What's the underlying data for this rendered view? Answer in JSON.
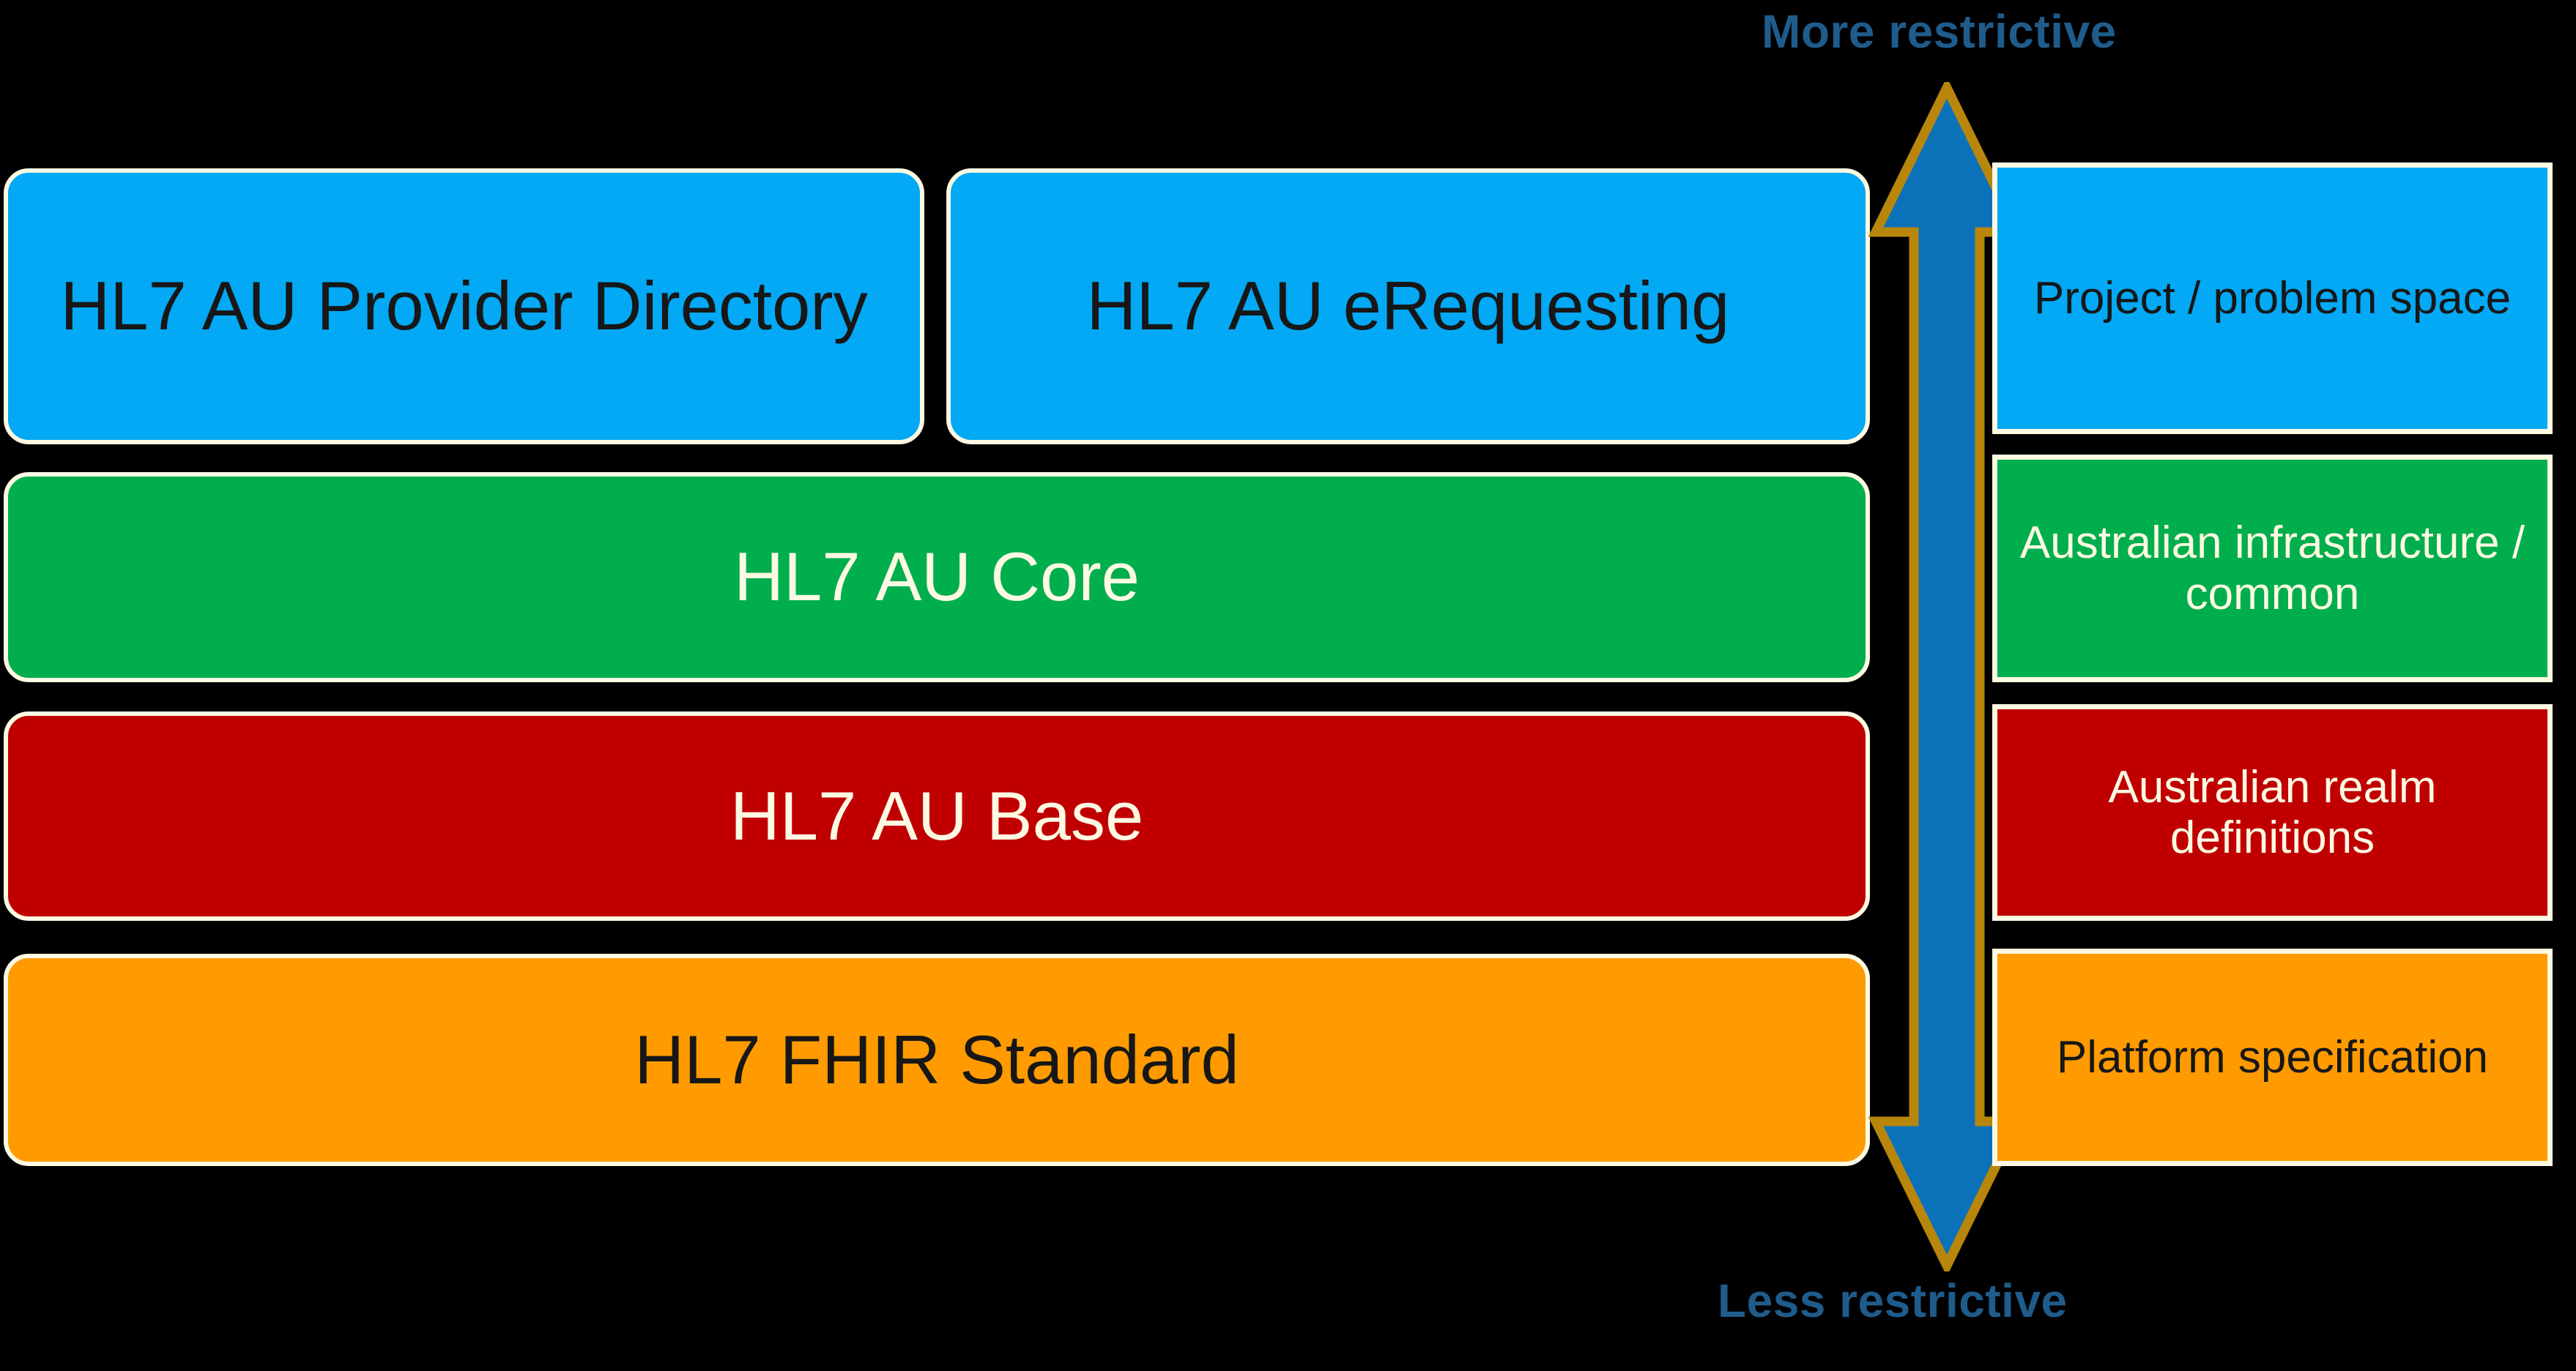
{
  "background_color": "#000000",
  "stack": {
    "rows": [
      {
        "name": "project-layer",
        "color": "#03A9F4",
        "text_color": "#171717",
        "boxes": [
          {
            "label": "HL7 AU Provider Directory"
          },
          {
            "label": "HL7 AU eRequesting"
          }
        ]
      },
      {
        "name": "core-layer",
        "color": "#00AE4D",
        "text_color": "#FDF9E3",
        "boxes": [
          {
            "label": "HL7 AU Core"
          }
        ]
      },
      {
        "name": "base-layer",
        "color": "#C00000",
        "text_color": "#FDF9E3",
        "boxes": [
          {
            "label": "HL7 AU Base"
          }
        ]
      },
      {
        "name": "platform-layer",
        "color": "#FF9B00",
        "text_color": "#171717",
        "boxes": [
          {
            "label": "HL7 FHIR Standard"
          }
        ]
      }
    ]
  },
  "legend": {
    "items": [
      {
        "label": "Project / problem space",
        "color": "#03A9F4",
        "text_color": "#171717"
      },
      {
        "label": "Australian infrastructure / common",
        "color": "#00AE4D",
        "text_color": "#FDF9E3"
      },
      {
        "label": "Australian realm definitions",
        "color": "#C00000",
        "text_color": "#FDF9E3"
      },
      {
        "label": "Platform specification",
        "color": "#FF9B00",
        "text_color": "#171717"
      }
    ]
  },
  "axis": {
    "top_label": "More restrictive",
    "bottom_label": "Less restrictive",
    "label_color": "#1F5C8B",
    "arrow_fill": "#0B72B9",
    "arrow_stroke": "#B8860B",
    "icon": "double-headed-vertical-arrow"
  }
}
